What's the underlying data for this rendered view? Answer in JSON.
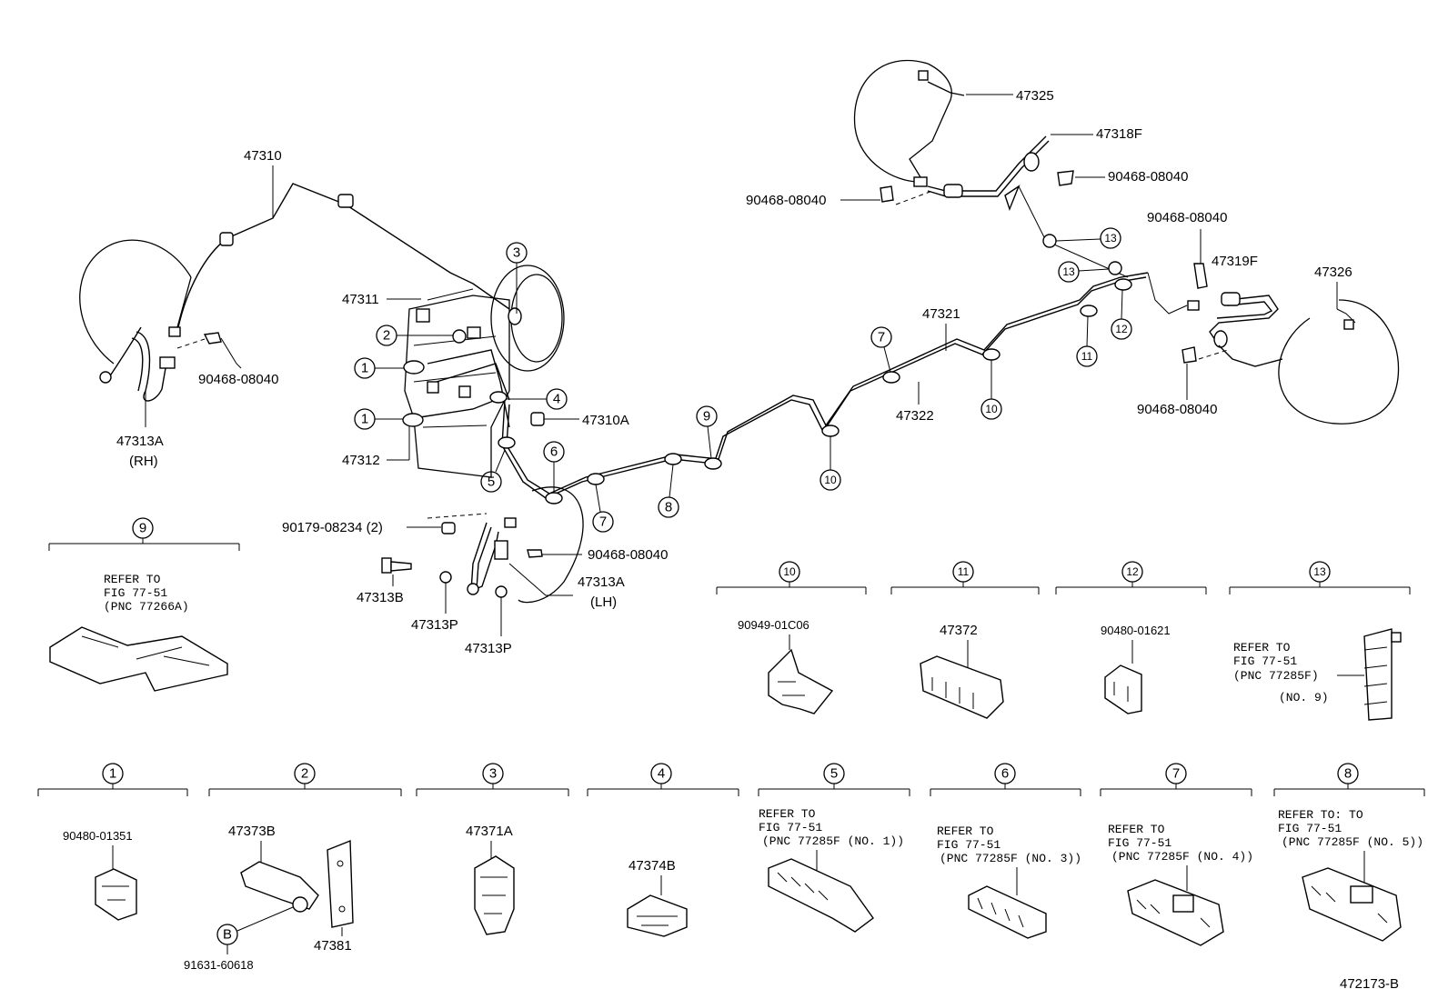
{
  "labels": {
    "p47310": "47310",
    "p47311": "47311",
    "p47312": "47312",
    "p47310A": "47310A",
    "p47313A_rh": "47313A",
    "rh": "(RH)",
    "p47313A_lh": "47313A",
    "lh": "(LH)",
    "p90468_left": "90468-08040",
    "p90179": "90179-08234 (2)",
    "p90468_mid": "90468-08040",
    "p47313B": "47313B",
    "p47313P_a": "47313P",
    "p47313P_b": "47313P",
    "p47321": "47321",
    "p47322": "47322",
    "p47325": "47325",
    "p47318F": "47318F",
    "p90468_tr1": "90468-08040",
    "p90468_tr2": "90468-08040",
    "p90468_tr3": "90468-08040",
    "p47319F": "47319F",
    "p47326": "47326",
    "p90468_br": "90468-08040",
    "figure_id": "472173-B"
  },
  "callouts": {
    "c1": "1",
    "c2": "2",
    "c3": "3",
    "c4": "4",
    "c5": "5",
    "c6": "6",
    "c7": "7",
    "c8": "8",
    "c9": "9",
    "c10": "10",
    "c11": "11",
    "c12": "12",
    "c13": "13"
  },
  "insets": {
    "i9": {
      "num": "9",
      "l1": "REFER TO",
      "l2": "FIG 77-51",
      "l3": "(PNC 77266A)"
    },
    "i10": {
      "num": "10",
      "part": "90949-01C06"
    },
    "i11": {
      "num": "11",
      "part": "47372"
    },
    "i12": {
      "num": "12",
      "part": "90480-01621"
    },
    "i13": {
      "num": "13",
      "l1": "REFER TO",
      "l2": "FIG 77-51",
      "l3": "(PNC 77285F)",
      "l4": "(NO. 9)"
    },
    "i1": {
      "num": "1",
      "part": "90480-01351"
    },
    "i2": {
      "num": "2",
      "part": "47373B",
      "part2": "47381",
      "part3": "91631-60618",
      "b": "B"
    },
    "i3": {
      "num": "3",
      "part": "47371A"
    },
    "i4": {
      "num": "4",
      "part": "47374B"
    },
    "i5": {
      "num": "5",
      "l1": "REFER TO",
      "l2": "FIG 77-51",
      "l3": "(PNC 77285F (NO. 1))"
    },
    "i6": {
      "num": "6",
      "l1": "REFER TO",
      "l2": "FIG 77-51",
      "l3": "(PNC 77285F (NO. 3))"
    },
    "i7": {
      "num": "7",
      "l1": "REFER TO",
      "l2": "FIG 77-51",
      "l3": "(PNC 77285F (NO. 4))"
    },
    "i8": {
      "num": "8",
      "l1": "REFER TO: TO",
      "l2": "FIG 77-51",
      "l3": "(PNC 77285F (NO. 5))"
    }
  }
}
